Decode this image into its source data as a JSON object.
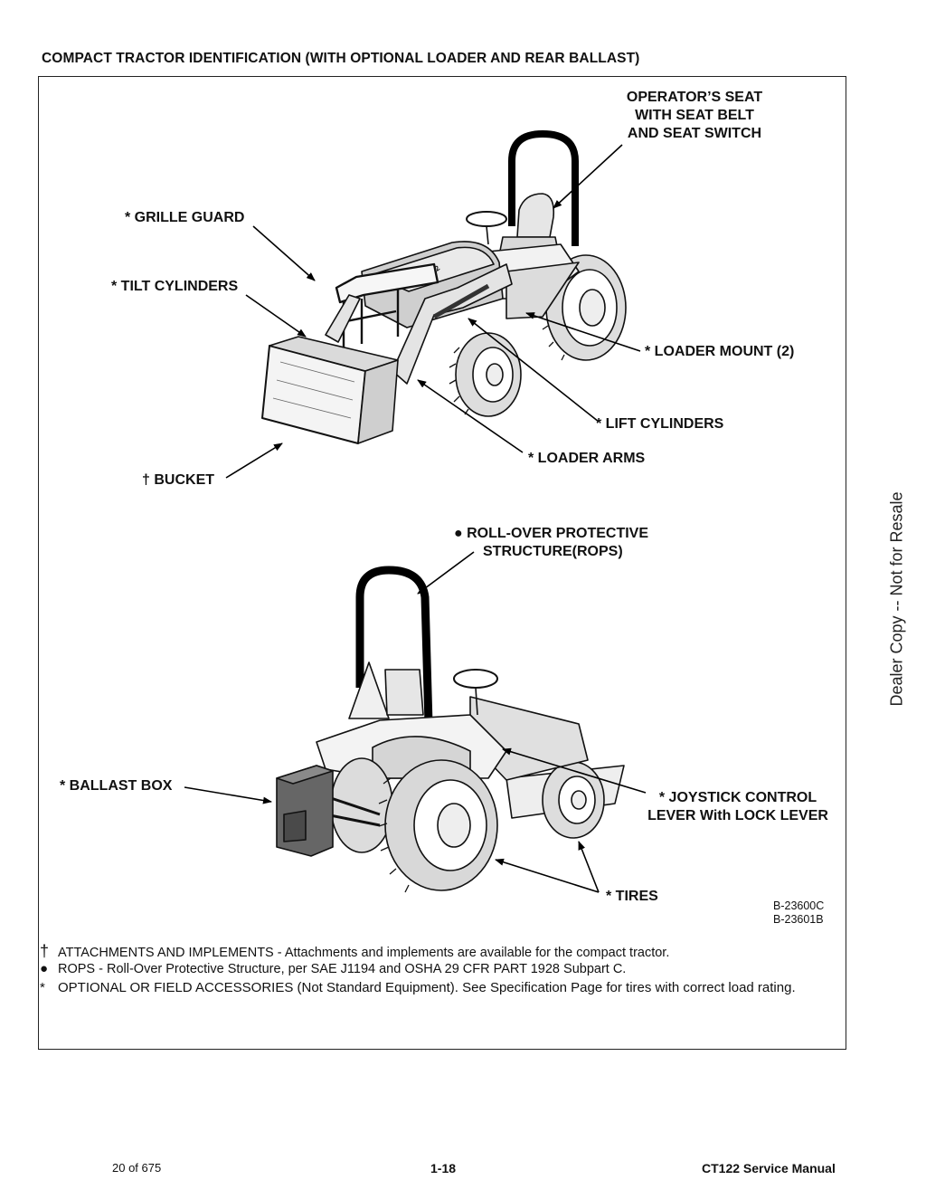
{
  "document": {
    "title": "COMPACT TRACTOR IDENTIFICATION (WITH OPTIONAL LOADER AND REAR BALLAST)",
    "watermark": "Dealer Copy -- Not for Resale"
  },
  "figure": {
    "front_view_labels": {
      "operators_seat": [
        "OPERATOR’S SEAT",
        "WITH SEAT BELT",
        "AND SEAT SWITCH"
      ],
      "grille_guard": "* GRILLE GUARD",
      "tilt_cylinders": "* TILT CYLINDERS",
      "loader_mount": "* LOADER MOUNT (2)",
      "lift_cylinders": "* LIFT CYLINDERS",
      "loader_arms": "* LOADER ARMS",
      "bucket": "† BUCKET"
    },
    "rear_view_labels": {
      "rops": [
        "● ROLL-OVER PROTECTIVE",
        "STRUCTURE(ROPS)"
      ],
      "ballast_box": "* BALLAST BOX",
      "joystick": [
        "* JOYSTICK CONTROL",
        "LEVER With LOCK LEVER"
      ],
      "tires": "* TIRES"
    },
    "hood_model_text": "CT122",
    "figure_codes": [
      "B-23600C",
      "B-23601B"
    ]
  },
  "notes": [
    {
      "symbol": "†",
      "text": "ATTACHMENTS AND IMPLEMENTS - Attachments and implements are available for the compact tractor."
    },
    {
      "symbol": "●",
      "text": "ROPS - Roll-Over Protective Structure, per SAE J1194 and OSHA 29 CFR PART 1928 Subpart C."
    },
    {
      "symbol": "*",
      "text": "OPTIONAL OR FIELD ACCESSORIES (Not Standard Equipment). See Specification Page for tires with correct load rating."
    }
  ],
  "footer": {
    "page_count": "20 of 675",
    "page_number": "1-18",
    "manual_title": "CT122 Service Manual"
  }
}
